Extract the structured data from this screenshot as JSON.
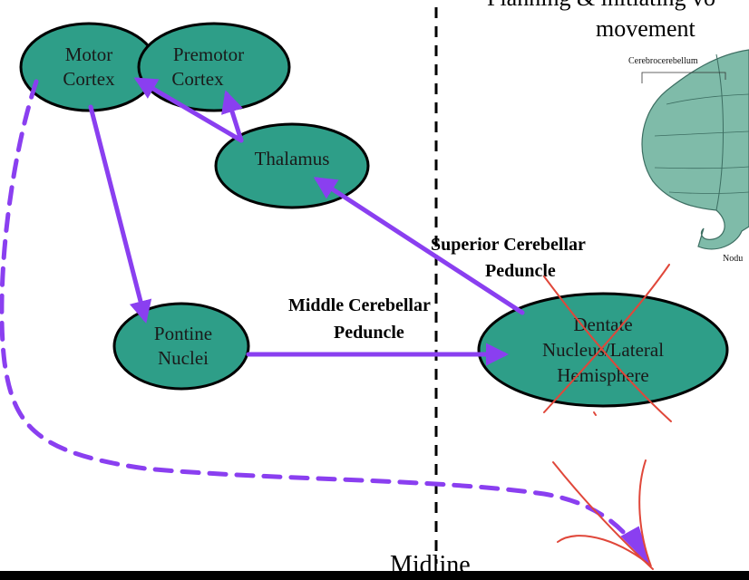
{
  "title": {
    "line1": "Planning & initiating vo",
    "line2": "movement"
  },
  "inset": {
    "label_top": "Cerebrocerebellum",
    "label_bottom": "Nodu"
  },
  "nodes": {
    "motor_cortex": [
      "Motor",
      "Cortex"
    ],
    "premotor_cortex": [
      "Premotor",
      "Cortex"
    ],
    "thalamus": [
      "Thalamus"
    ],
    "pontine_nuclei": [
      "Pontine",
      "Nuclei"
    ],
    "dentate": [
      "Dentate",
      "Nucleus/Lateral",
      "Hemisphere"
    ]
  },
  "edges": {
    "superior": [
      "Superior Cerebellar",
      "Peduncle"
    ],
    "middle": [
      "Middle Cerebellar",
      "Peduncle"
    ]
  },
  "midline": "Midline",
  "colors": {
    "node_fill": "#2e9e88",
    "node_stroke": "#000000",
    "arrow": "#8a3ff0",
    "cross": "#e0473a",
    "inset_fill": "#8fc7b6"
  }
}
